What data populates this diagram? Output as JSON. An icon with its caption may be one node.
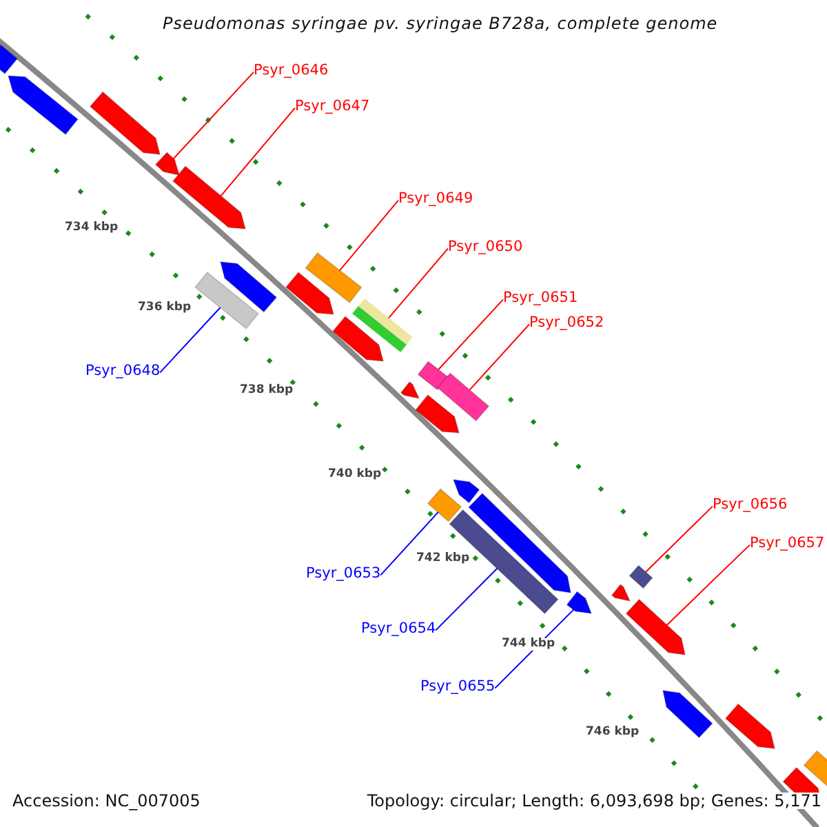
{
  "diagram": {
    "title": "Pseudomonas syringae pv. syringae B728a, complete genome",
    "nodes": [
      {
        "text": [
          "Psyr_0646"
        ]
      },
      {
        "text": [
          "Psyr_0647"
        ]
      },
      {
        "text": [
          "Psyr_0649"
        ]
      },
      {
        "text": [
          "Psyr_0650"
        ]
      },
      {
        "text": [
          "Psyr_0651"
        ]
      },
      {
        "text": [
          "Psyr_0652"
        ]
      },
      {
        "text": [
          "Psyr_0648"
        ]
      },
      {
        "text": [
          "Psyr_0656"
        ]
      },
      {
        "text": [
          "Psyr_0657"
        ]
      },
      {
        "text": [
          "Psyr_0653"
        ]
      },
      {
        "text": [
          "Psyr_0654"
        ]
      },
      {
        "text": [
          "Psyr_0655"
        ]
      },
      {
        "text": [],
        "shape": "bar"
      },
      {
        "text": [],
        "shape": "pentagon"
      },
      {
        "text": [],
        "shape": "pentagon"
      },
      {
        "text": [],
        "shape": "pentagon"
      },
      {
        "text": [],
        "shape": "pentagon"
      },
      {
        "text": [],
        "shape": "bar"
      },
      {
        "text": [],
        "shape": "pentagon"
      },
      {
        "text": [],
        "shape": "bar"
      },
      {
        "text": [],
        "shape": "pentagon"
      },
      {
        "text": [],
        "shape": "bar"
      },
      {
        "text": [],
        "shape": "pentagon"
      },
      {
        "text": [],
        "shape": "bar"
      },
      {
        "text": [],
        "shape": "pentagon"
      },
      {
        "text": [],
        "shape": "bar"
      },
      {
        "text": [],
        "shape": "pentagon"
      },
      {
        "text": [],
        "shape": "bar"
      },
      {
        "text": [],
        "shape": "pentagon"
      },
      {
        "text": [],
        "shape": "bar"
      },
      {
        "text": [],
        "shape": "pentagon"
      },
      {
        "text": [],
        "shape": "pentagon"
      },
      {
        "text": [],
        "shape": "bar"
      },
      {
        "text": [],
        "shape": "pentagon"
      },
      {
        "text": [],
        "shape": "pentagon"
      },
      {
        "text": [],
        "shape": "pentagon"
      },
      {
        "text": [],
        "shape": "pentagon"
      },
      {
        "text": [],
        "shape": "pentagon"
      },
      {
        "text": [],
        "shape": "bar"
      }
    ],
    "edges": [
      {
        "from": 0,
        "to": 15,
        "arrow": "none"
      },
      {
        "from": 1,
        "to": 16,
        "arrow": "none"
      },
      {
        "from": 2,
        "to": 19,
        "arrow": "none"
      },
      {
        "from": 3,
        "to": 21,
        "arrow": "none"
      },
      {
        "from": 4,
        "to": 23,
        "arrow": "none"
      },
      {
        "from": 5,
        "to": 25,
        "arrow": "none"
      },
      {
        "from": 6,
        "to": 17,
        "arrow": "none",
        "color": "#0000ff"
      },
      {
        "from": 7,
        "to": 32,
        "arrow": "none"
      },
      {
        "from": 8,
        "to": 34,
        "arrow": "none"
      },
      {
        "from": 9,
        "to": 27,
        "arrow": "none",
        "color": "#0000ff"
      },
      {
        "from": 10,
        "to": 29,
        "arrow": "none",
        "color": "#0000ff"
      },
      {
        "from": 11,
        "to": 31,
        "arrow": "none",
        "color": "#0000ff"
      }
    ],
    "labels": [
      "734 kbp",
      "736 kbp",
      "738 kbp",
      "740 kbp",
      "742 kbp",
      "744 kbp",
      "746 kbp",
      "Accession: NC_007005",
      "Topology: circular; Length: 6,093,698 bp; Genes: 5,171"
    ]
  }
}
